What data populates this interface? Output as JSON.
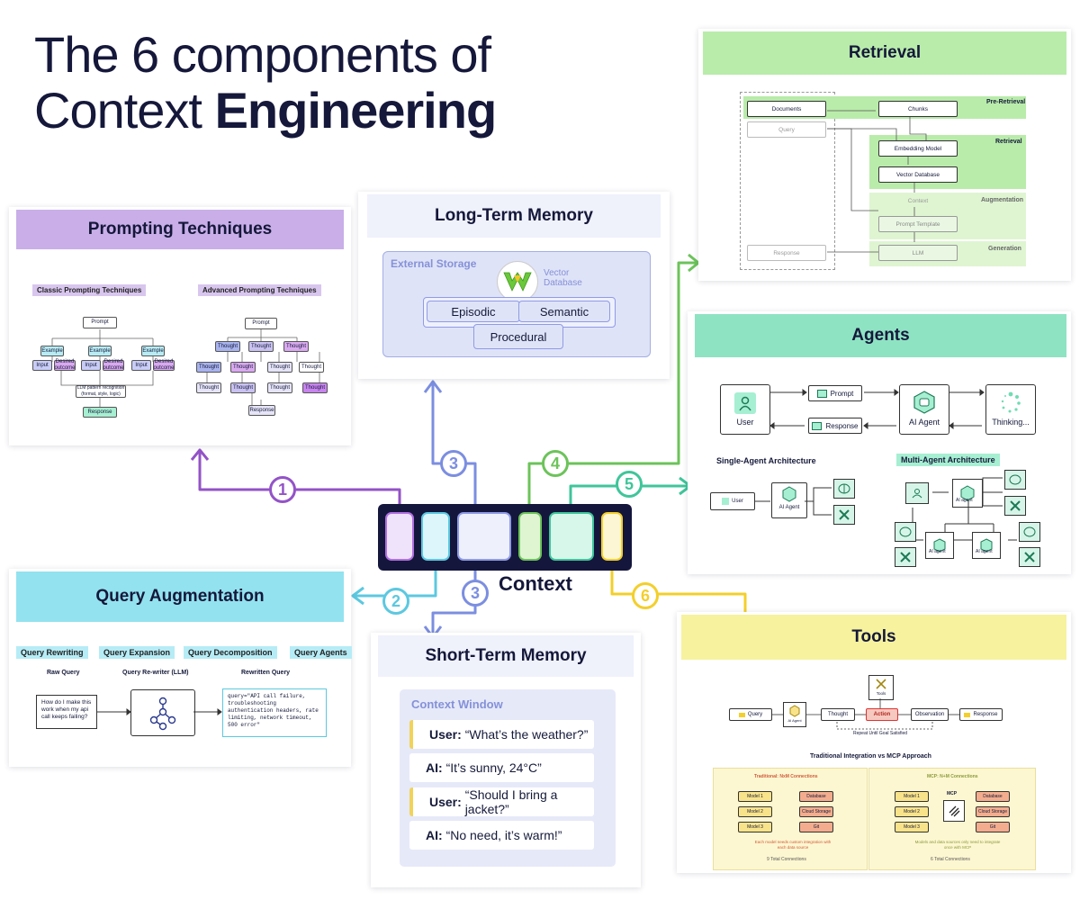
{
  "title": {
    "line1": "The 6 components of",
    "line2_regular": "Context",
    "line2_bold": "Engineering"
  },
  "center": {
    "label": "Context",
    "badges": [
      "1",
      "2",
      "3",
      "3",
      "4",
      "5",
      "6"
    ]
  },
  "colors": {
    "purple": "#9353c7",
    "cyan": "#5cc8e0",
    "blue": "#7b8ee0",
    "green": "#6cc35a",
    "teal": "#3fc59a",
    "yellow": "#f3cf2b"
  },
  "prompting": {
    "header": "Prompting Techniques",
    "classic_label": "Classic Prompting Techniques",
    "advanced_label": "Advanced Prompting Techniques",
    "prompt": "Prompt",
    "example": "Example",
    "input": "Input",
    "output": "Desired outcome",
    "llm": "LLM pattern recognition (format, style, logic)",
    "response": "Response",
    "thought": "Thought"
  },
  "query_aug": {
    "header": "Query Augmentation",
    "tags": [
      "Query Rewriting",
      "Query Expansion",
      "Query Decomposition",
      "Query Agents"
    ],
    "raw_label": "Raw Query",
    "rewriter_label": "Query Re-writer (LLM)",
    "rewritten_label": "Rewritten Query",
    "raw_text": "How do I make this work when my api call keeps failing?",
    "rewritten_text": "query=\"API call failure, troubleshooting authentication headers, rate limiting, network timeout, 500 error\""
  },
  "long_term": {
    "header": "Long-Term Memory",
    "storage": "External Storage",
    "vector": "Vector Database",
    "episodic": "Episodic",
    "semantic": "Semantic",
    "procedural": "Procedural"
  },
  "short_term": {
    "header": "Short-Term Memory",
    "window": "Context Window",
    "messages": [
      {
        "role": "User:",
        "text": "“What’s the weather?”"
      },
      {
        "role": "AI:",
        "text": "“It’s sunny, 24°C”"
      },
      {
        "role": "User:",
        "text": "“Should I bring a jacket?”"
      },
      {
        "role": "AI:",
        "text": "“No need, it’s warm!”"
      }
    ]
  },
  "retrieval": {
    "header": "Retrieval",
    "documents": "Documents",
    "chunks": "Chunks",
    "query": "Query",
    "embedding": "Embedding Model",
    "vector_db": "Vector Database",
    "context": "Context",
    "prompt_template": "Prompt Template",
    "response": "Response",
    "llm": "LLM",
    "stages": [
      "Pre-Retrieval",
      "Retrieval",
      "Augmentation",
      "Generation"
    ]
  },
  "agents": {
    "header": "Agents",
    "user": "User",
    "prompt": "Prompt",
    "response": "Response",
    "agent": "AI Agent",
    "thinking": "Thinking...",
    "single": "Single-Agent Architecture",
    "multi": "Multi-Agent Architecture",
    "small_user": "User",
    "small_agent": "AI Agent",
    "small_agent2": "AI agent"
  },
  "tools": {
    "header": "Tools",
    "query": "Query",
    "agent": "AI Agent",
    "thought": "Thought",
    "action": "Action",
    "observation": "Observation",
    "response": "Response",
    "tools": "Tools",
    "repeat": "Repeat Until Goal Satisfied",
    "compare_title": "Traditional Integration vs MCP Approach",
    "trad_title": "Traditional: NxM Connections",
    "mcp_title": "MCP: N+M Connections",
    "models": [
      "Model 1",
      "Model 2",
      "Model 3"
    ],
    "sources": [
      "Database",
      "Cloud Storage",
      "Git"
    ],
    "mcp": "MCP",
    "trad_note": "Each model needs custom integration with each data source",
    "mcp_note": "Models and data sources only need to integrate once with MCP",
    "trad_total": "9 Total Connections",
    "mcp_total": "6 Total Connections"
  }
}
